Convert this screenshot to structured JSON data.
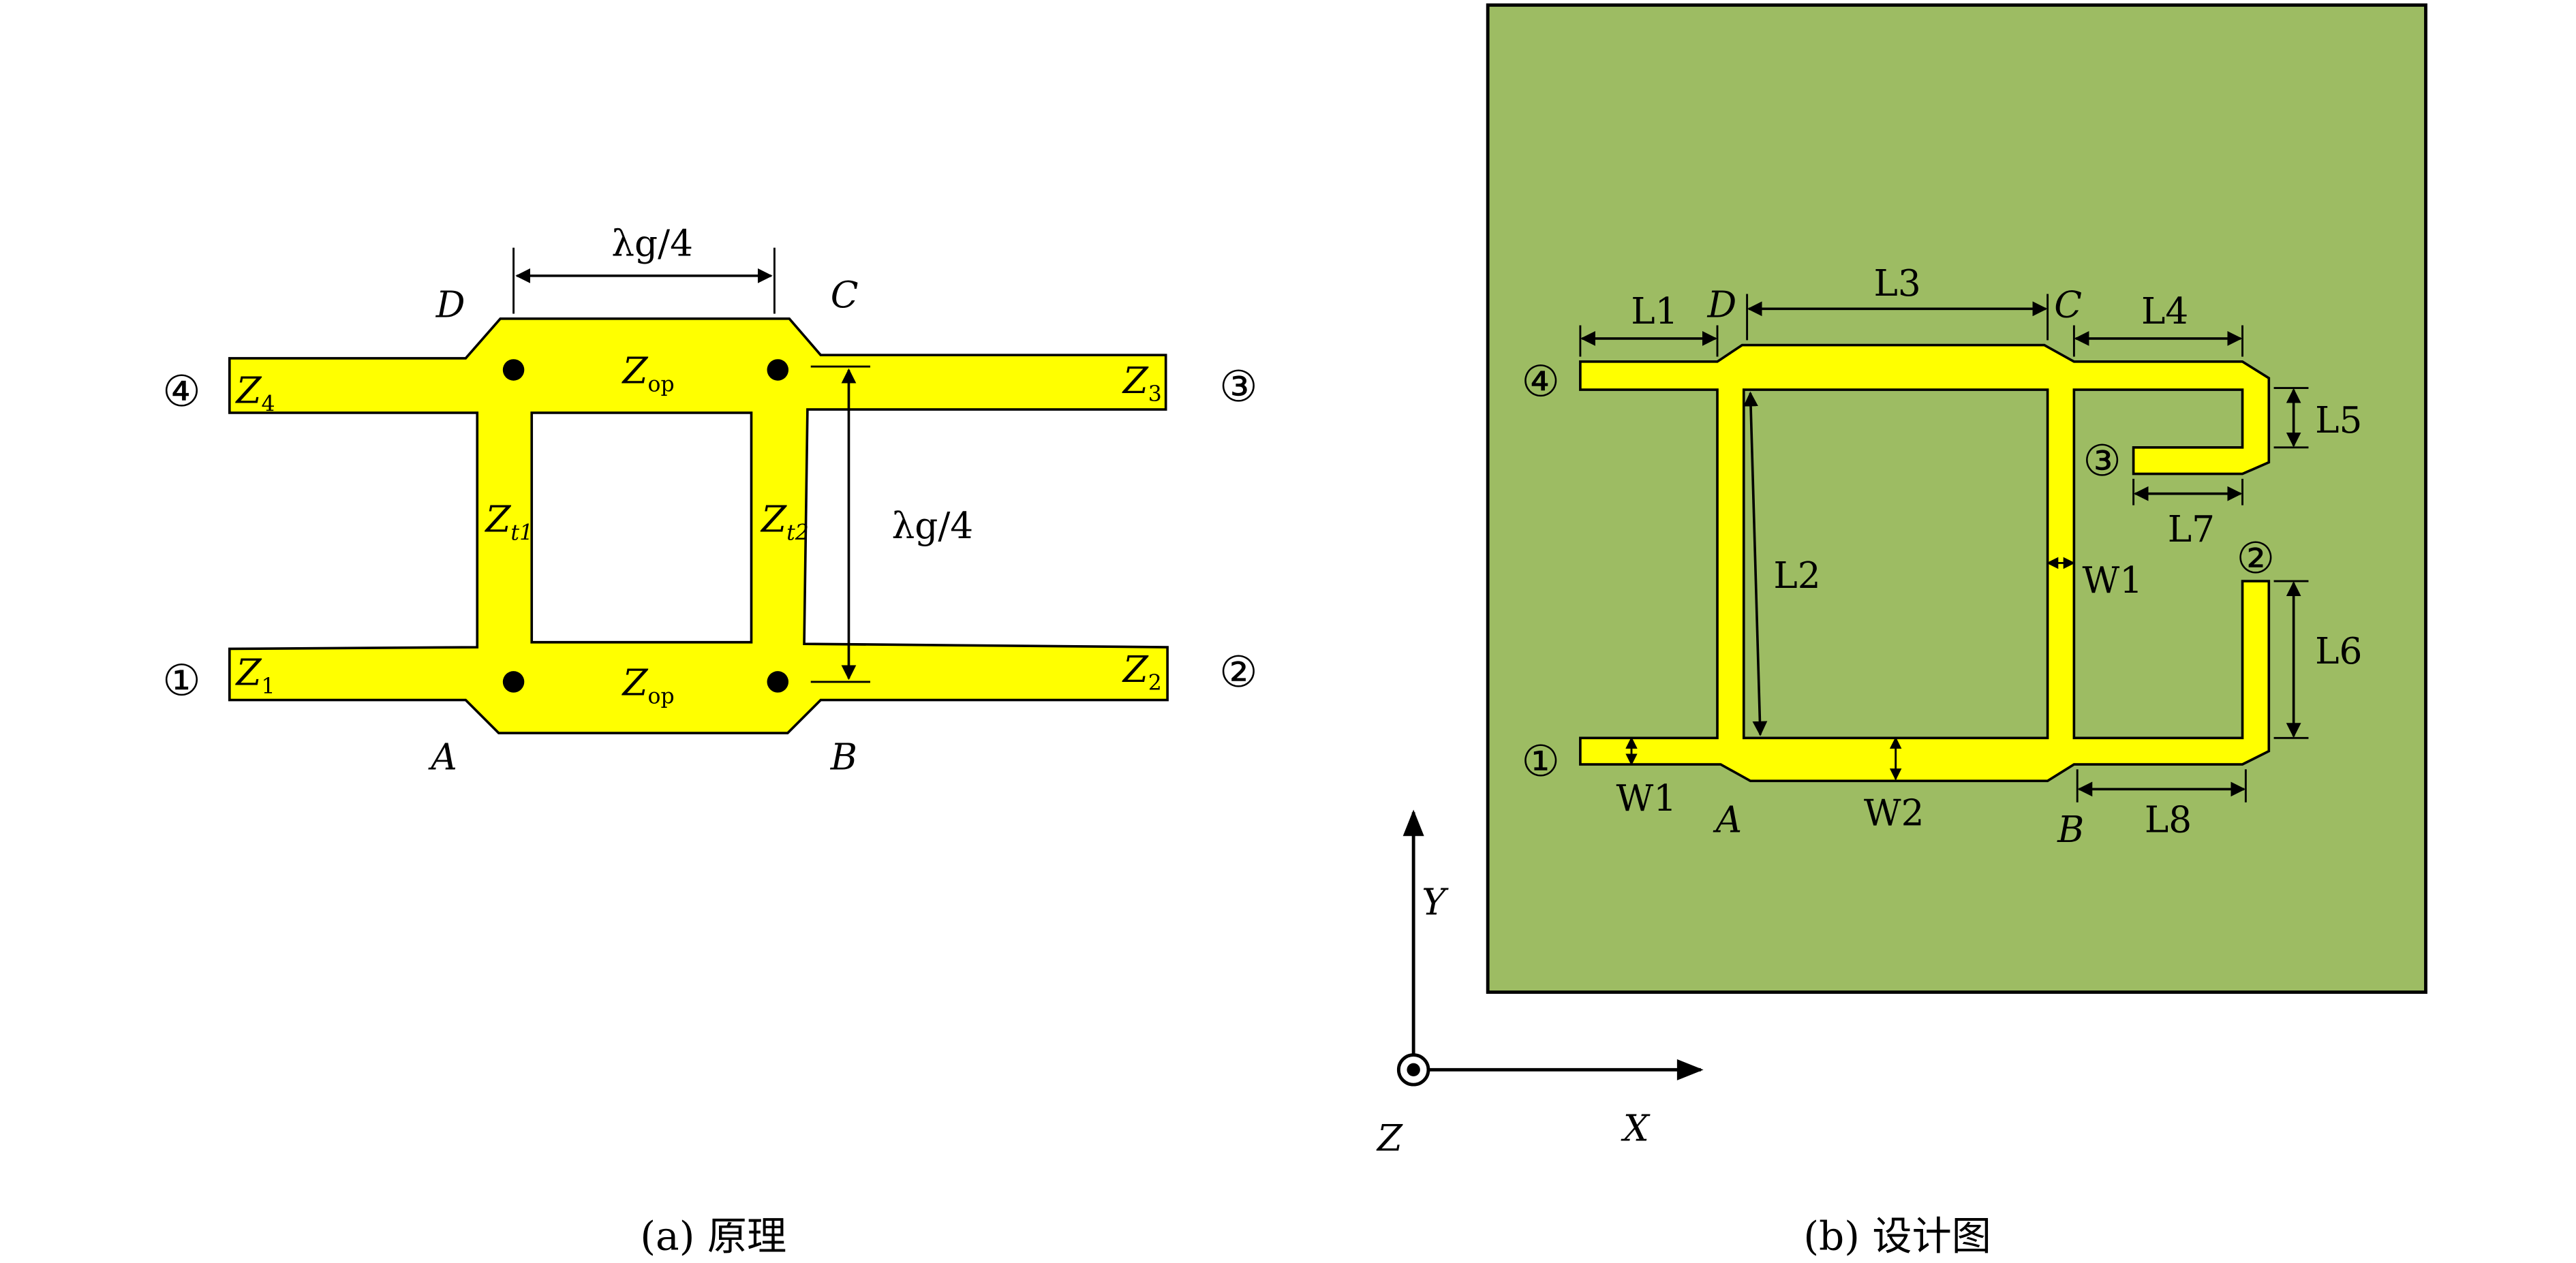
{
  "colors": {
    "trace": "#ffff00",
    "outline": "#000000",
    "substrate": "#9dbc63",
    "background": "#ffffff"
  },
  "panel_a": {
    "caption": "(a) 原理",
    "top_dimension": "λg/4",
    "side_dimension": "λg/4",
    "nodes": {
      "A": "A",
      "B": "B",
      "C": "C",
      "D": "D"
    },
    "ports": {
      "p1": "①",
      "p2": "②",
      "p3": "③",
      "p4": "④"
    },
    "impedances": {
      "z1": {
        "base": "Z",
        "sub": "1"
      },
      "z2": {
        "base": "Z",
        "sub": "2"
      },
      "z3": {
        "base": "Z",
        "sub": "3"
      },
      "z4": {
        "base": "Z",
        "sub": "4"
      },
      "zop_top": {
        "base": "Z",
        "sub": "op"
      },
      "zop_bottom": {
        "base": "Z",
        "sub": "op"
      },
      "zt1": {
        "base": "Z",
        "sub": "t1"
      },
      "zt2": {
        "base": "Z",
        "sub": "t2"
      }
    }
  },
  "panel_b": {
    "caption": "(b) 设计图",
    "nodes": {
      "A": "A",
      "B": "B",
      "C": "C",
      "D": "D"
    },
    "ports": {
      "p1": "①",
      "p2": "②",
      "p3": "③",
      "p4": "④"
    },
    "dimensions": {
      "L1": "L1",
      "L2": "L2",
      "L3": "L3",
      "L4": "L4",
      "L5": "L5",
      "L6": "L6",
      "L7": "L7",
      "L8": "L8",
      "W1_left": "W1",
      "W1_right": "W1",
      "W2": "W2"
    },
    "axes": {
      "x": "X",
      "y": "Y",
      "z": "Z"
    }
  }
}
